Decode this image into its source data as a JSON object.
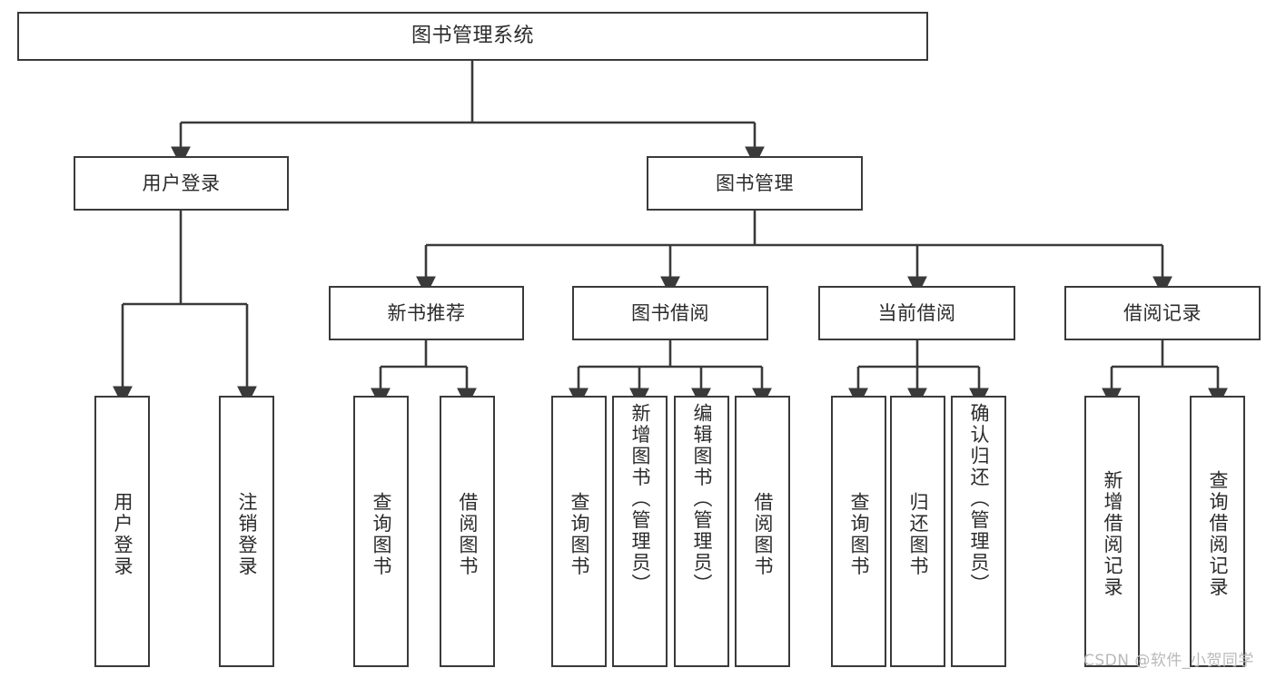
{
  "diagram": {
    "title": "图书管理系统",
    "type": "tree",
    "watermark": "CSDN @软件_小贺同学",
    "colors": {
      "box_border": "#3a3a3a",
      "box_fill": "#ffffff",
      "text": "#2b2b2b",
      "edge": "#3a3a3a",
      "background": "#ffffff",
      "watermark": "#b9b9b9"
    },
    "nodes": {
      "root": {
        "label": "图书管理系统"
      },
      "level2": [
        {
          "id": "user_login",
          "label": "用户登录"
        },
        {
          "id": "book_manage",
          "label": "图书管理"
        }
      ],
      "level3": [
        {
          "id": "new_book_rec",
          "label": "新书推荐",
          "parent": "book_manage"
        },
        {
          "id": "book_borrow",
          "label": "图书借阅",
          "parent": "book_manage"
        },
        {
          "id": "current_borrow",
          "label": "当前借阅",
          "parent": "book_manage"
        },
        {
          "id": "borrow_record",
          "label": "借阅记录",
          "parent": "book_manage"
        }
      ],
      "leaves": {
        "user_login": [
          {
            "id": "leaf_user_login",
            "label": "用户登录"
          },
          {
            "id": "leaf_user_logout",
            "label": "注销登录"
          }
        ],
        "new_book_rec": [
          {
            "id": "leaf_query_book_1",
            "label": "查询图书"
          },
          {
            "id": "leaf_borrow_book_1",
            "label": "借阅图书"
          }
        ],
        "book_borrow": [
          {
            "id": "leaf_query_book_2",
            "label": "查询图书"
          },
          {
            "id": "leaf_add_book",
            "label": "新增图书（管理员）"
          },
          {
            "id": "leaf_edit_book",
            "label": "编辑图书（管理员）"
          },
          {
            "id": "leaf_borrow_book_2",
            "label": "借阅图书"
          }
        ],
        "current_borrow": [
          {
            "id": "leaf_query_book_3",
            "label": "查询图书"
          },
          {
            "id": "leaf_return_book",
            "label": "归还图书"
          },
          {
            "id": "leaf_confirm_return",
            "label": "确认归还（管理员）"
          }
        ],
        "borrow_record": [
          {
            "id": "leaf_add_record",
            "label": "新增借阅记录"
          },
          {
            "id": "leaf_query_record",
            "label": "查询借阅记录"
          }
        ]
      }
    }
  }
}
